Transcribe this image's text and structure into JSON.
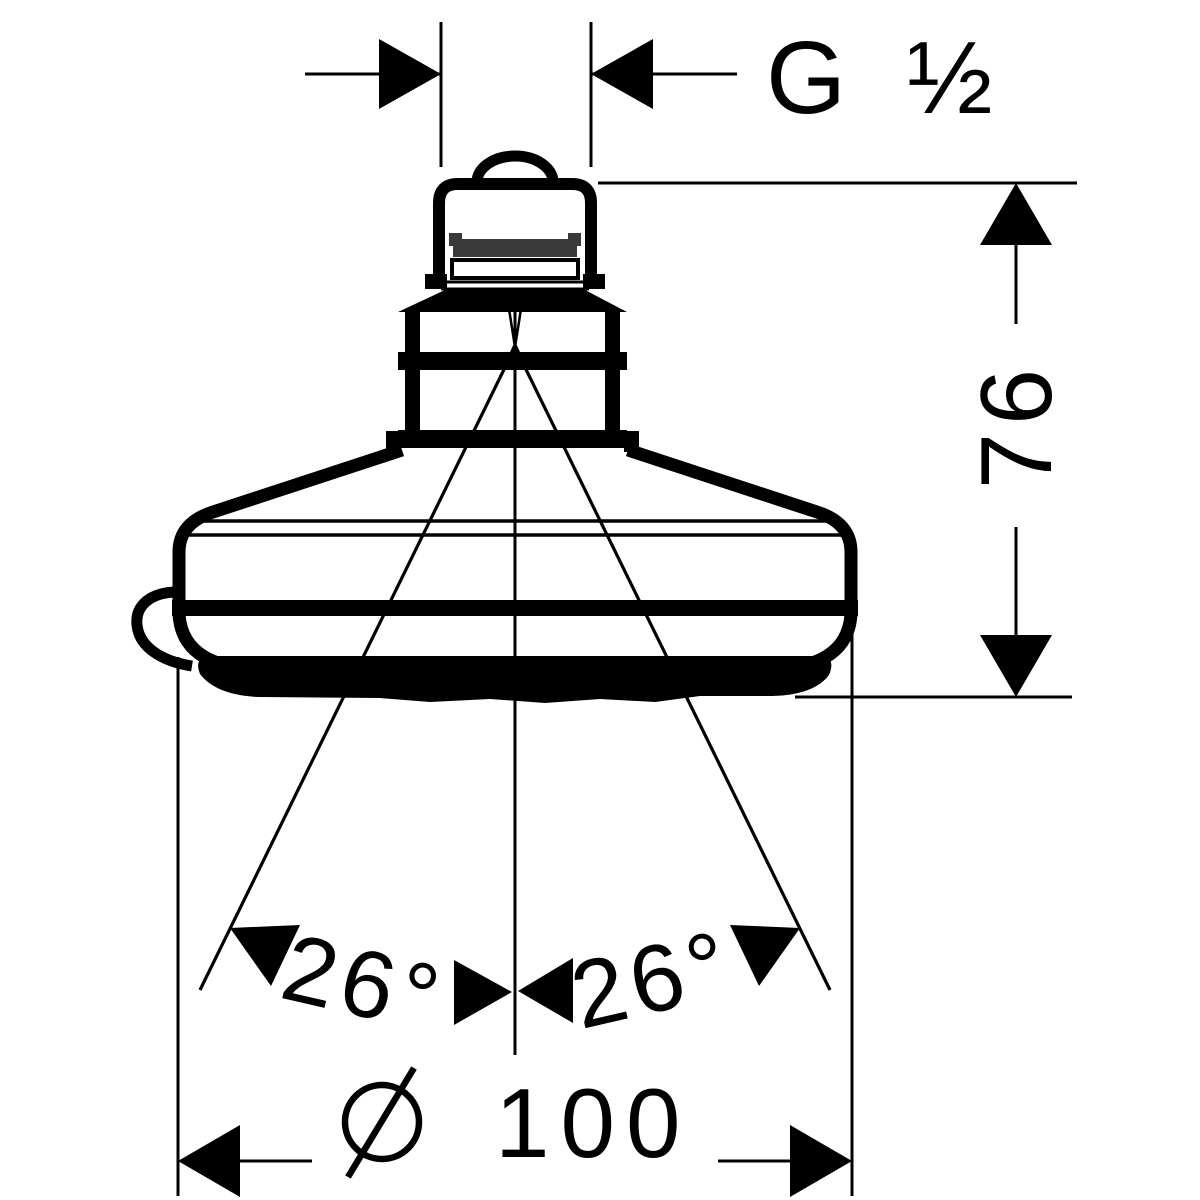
{
  "drawing": {
    "type": "technical-dimension-drawing",
    "subject": "overhead shower head, side elevation",
    "background_color": "#ffffff",
    "line_color": "#000000",
    "collar_fill_color": "#3a3a3a",
    "labels": {
      "thread_size": "G ½",
      "height_mm": "76",
      "spray_angle_left": "26°",
      "spray_angle_right": "26°",
      "diameter_symbol": "⌀",
      "diameter_mm": "100"
    }
  }
}
